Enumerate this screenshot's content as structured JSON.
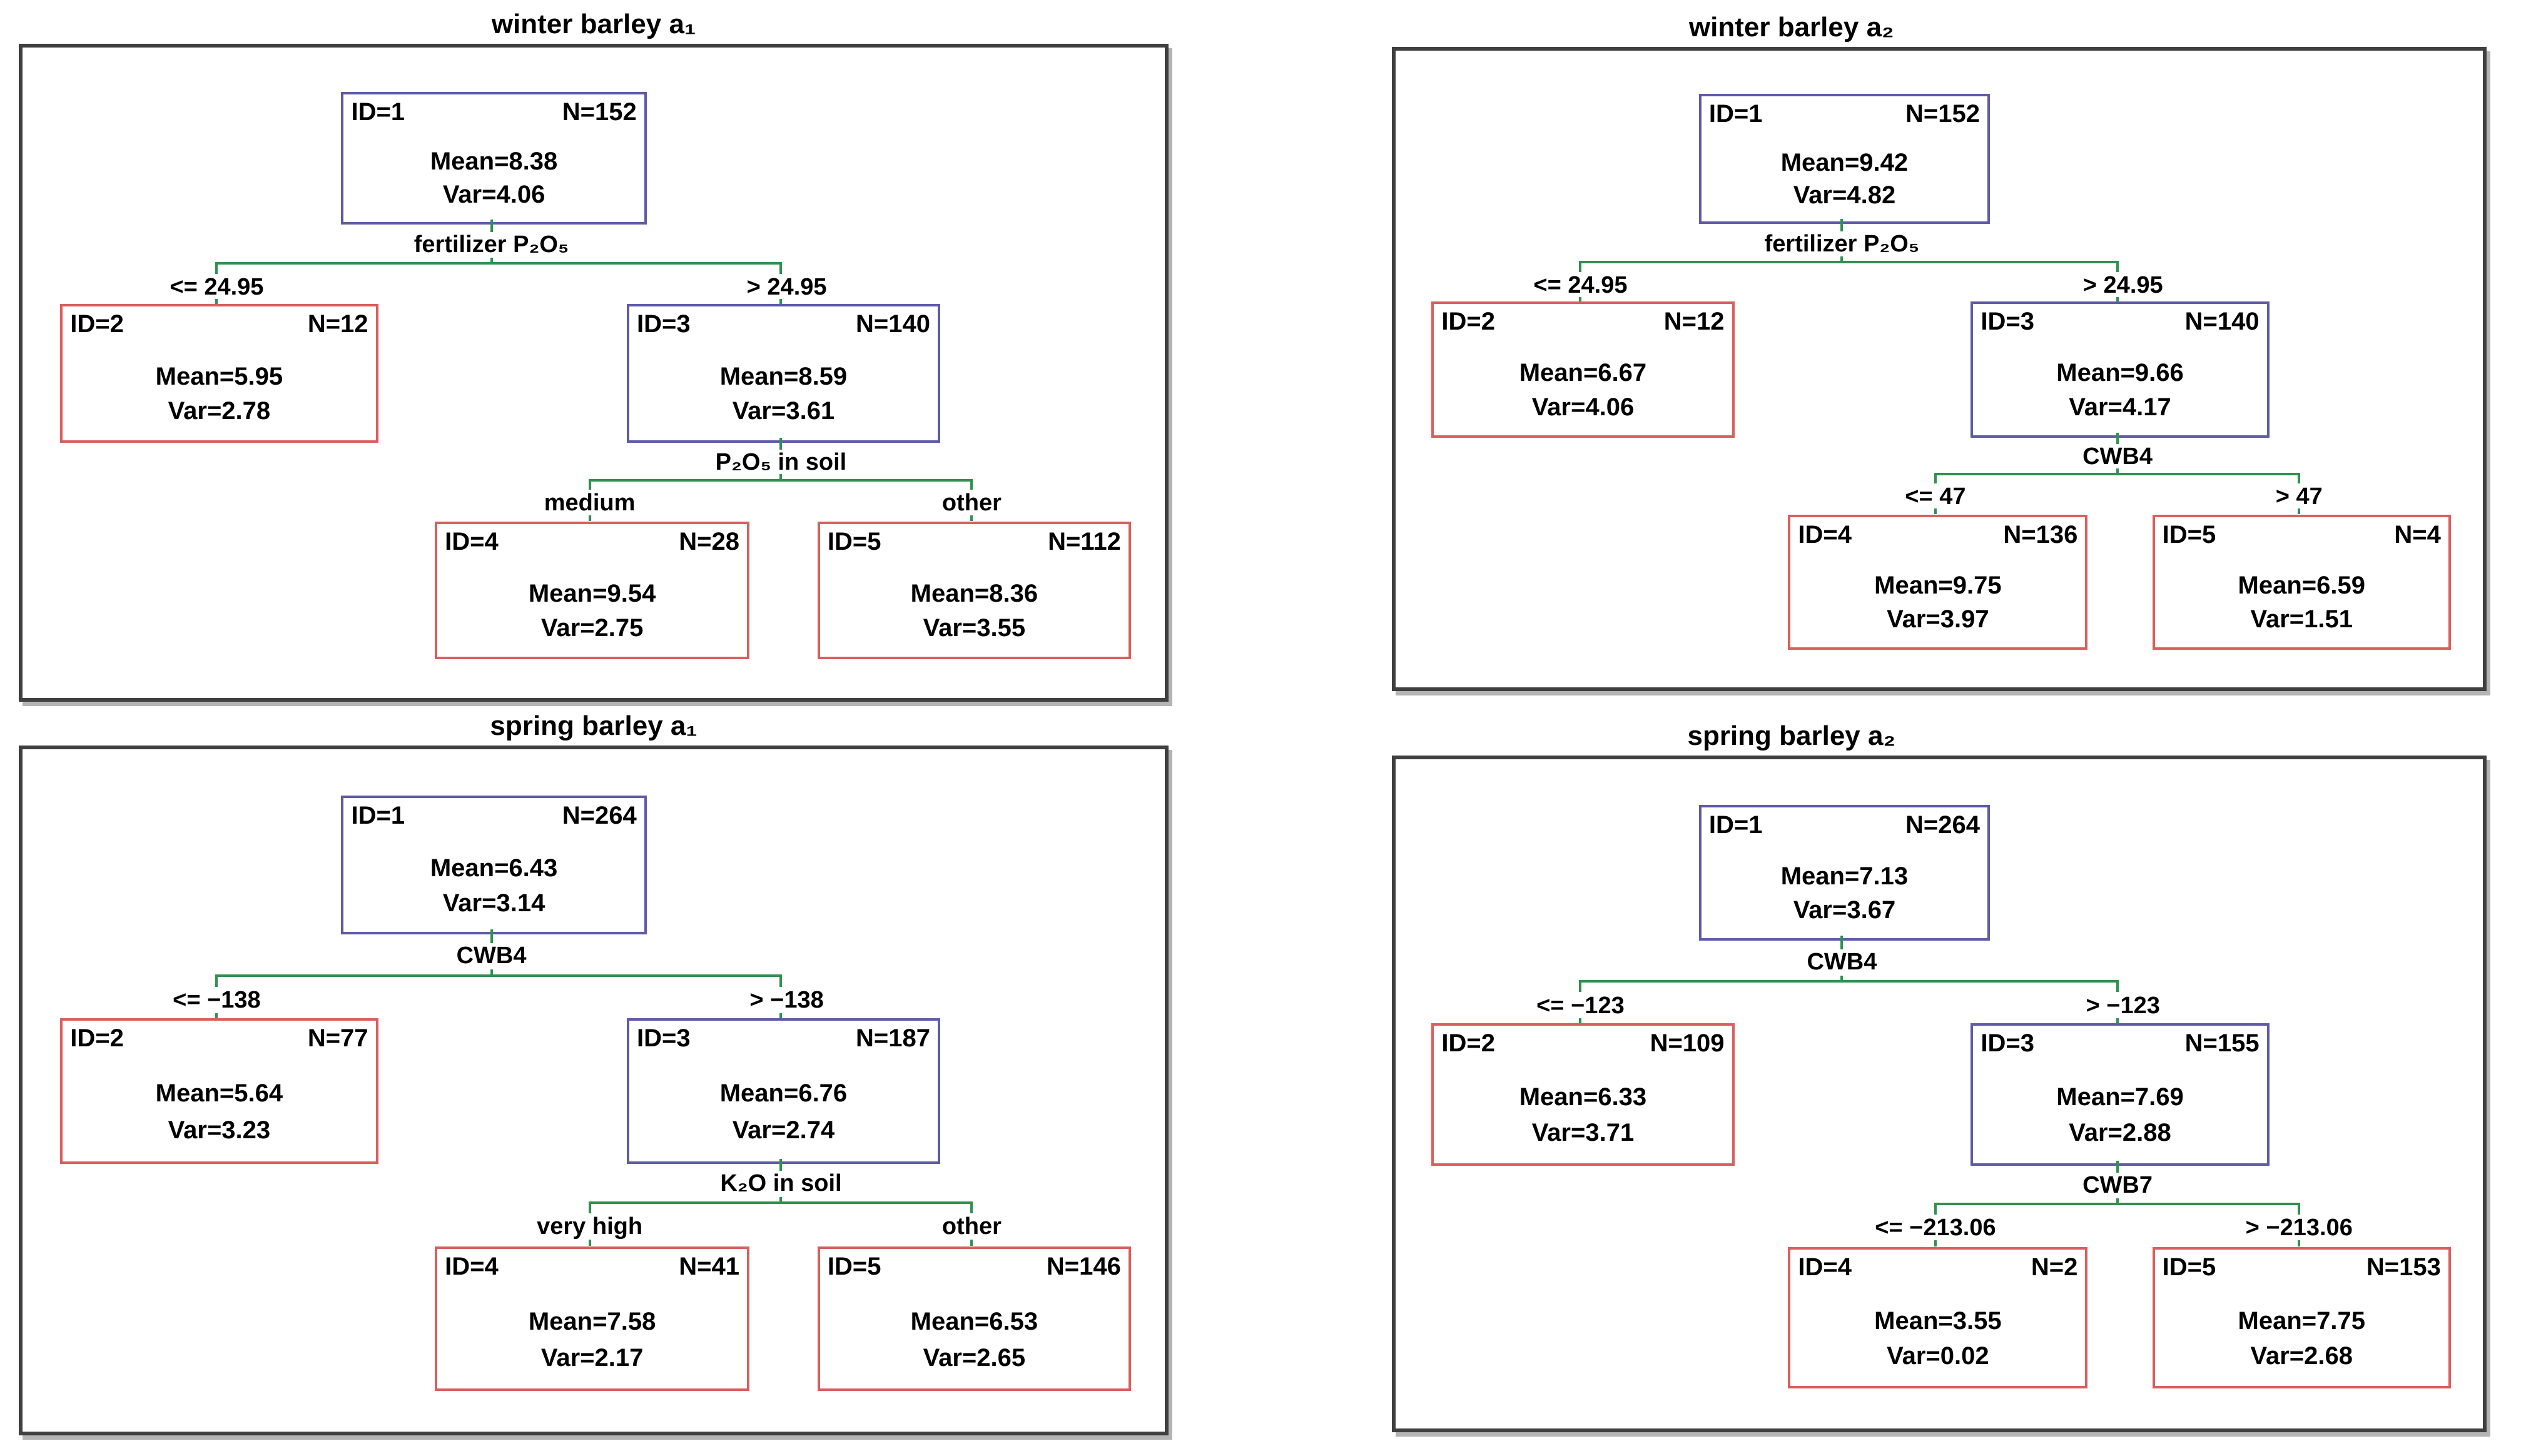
{
  "colors": {
    "internal_node_border": "#5f5aa8",
    "leaf_node_border": "#d95f5f",
    "connector": "#2e9150",
    "panel_border": "#3f3f3f",
    "text": "#000000"
  },
  "panels": [
    {
      "title": "winter barley a₁",
      "split1": {
        "variable": "fertilizer P₂O₅",
        "left_value": "<= 24.95",
        "right_value": "> 24.95"
      },
      "split2": {
        "variable": "P₂O₅ in soil",
        "left_value": "medium",
        "right_value": "other"
      },
      "nodes": {
        "n1": {
          "type": "internal",
          "id": "ID=1",
          "n": "N=152",
          "mean": "Mean=8.38",
          "var": "Var=4.06"
        },
        "n2": {
          "type": "leaf",
          "id": "ID=2",
          "n": "N=12",
          "mean": "Mean=5.95",
          "var": "Var=2.78"
        },
        "n3": {
          "type": "internal",
          "id": "ID=3",
          "n": "N=140",
          "mean": "Mean=8.59",
          "var": "Var=3.61"
        },
        "n4": {
          "type": "leaf",
          "id": "ID=4",
          "n": "N=28",
          "mean": "Mean=9.54",
          "var": "Var=2.75"
        },
        "n5": {
          "type": "leaf",
          "id": "ID=5",
          "n": "N=112",
          "mean": "Mean=8.36",
          "var": "Var=3.55"
        }
      }
    },
    {
      "title": "winter barley a₂",
      "split1": {
        "variable": "fertilizer P₂O₅",
        "left_value": "<= 24.95",
        "right_value": "> 24.95"
      },
      "split2": {
        "variable": "CWB4",
        "left_value": "<= 47",
        "right_value": "> 47"
      },
      "nodes": {
        "n1": {
          "type": "internal",
          "id": "ID=1",
          "n": "N=152",
          "mean": "Mean=9.42",
          "var": "Var=4.82"
        },
        "n2": {
          "type": "leaf",
          "id": "ID=2",
          "n": "N=12",
          "mean": "Mean=6.67",
          "var": "Var=4.06"
        },
        "n3": {
          "type": "internal",
          "id": "ID=3",
          "n": "N=140",
          "mean": "Mean=9.66",
          "var": "Var=4.17"
        },
        "n4": {
          "type": "leaf",
          "id": "ID=4",
          "n": "N=136",
          "mean": "Mean=9.75",
          "var": "Var=3.97"
        },
        "n5": {
          "type": "leaf",
          "id": "ID=5",
          "n": "N=4",
          "mean": "Mean=6.59",
          "var": "Var=1.51"
        }
      }
    },
    {
      "title": "spring barley a₁",
      "split1": {
        "variable": "CWB4",
        "left_value": "<= −138",
        "right_value": "> −138"
      },
      "split2": {
        "variable": "K₂O in soil",
        "left_value": "very high",
        "right_value": "other"
      },
      "nodes": {
        "n1": {
          "type": "internal",
          "id": "ID=1",
          "n": "N=264",
          "mean": "Mean=6.43",
          "var": "Var=3.14"
        },
        "n2": {
          "type": "leaf",
          "id": "ID=2",
          "n": "N=77",
          "mean": "Mean=5.64",
          "var": "Var=3.23"
        },
        "n3": {
          "type": "internal",
          "id": "ID=3",
          "n": "N=187",
          "mean": "Mean=6.76",
          "var": "Var=2.74"
        },
        "n4": {
          "type": "leaf",
          "id": "ID=4",
          "n": "N=41",
          "mean": "Mean=7.58",
          "var": "Var=2.17"
        },
        "n5": {
          "type": "leaf",
          "id": "ID=5",
          "n": "N=146",
          "mean": "Mean=6.53",
          "var": "Var=2.65"
        }
      }
    },
    {
      "title": "spring barley a₂",
      "split1": {
        "variable": "CWB4",
        "left_value": "<= −123",
        "right_value": "> −123"
      },
      "split2": {
        "variable": "CWB7",
        "left_value": "<= −213.06",
        "right_value": "> −213.06"
      },
      "nodes": {
        "n1": {
          "type": "internal",
          "id": "ID=1",
          "n": "N=264",
          "mean": "Mean=7.13",
          "var": "Var=3.67"
        },
        "n2": {
          "type": "leaf",
          "id": "ID=2",
          "n": "N=109",
          "mean": "Mean=6.33",
          "var": "Var=3.71"
        },
        "n3": {
          "type": "internal",
          "id": "ID=3",
          "n": "N=155",
          "mean": "Mean=7.69",
          "var": "Var=2.88"
        },
        "n4": {
          "type": "leaf",
          "id": "ID=4",
          "n": "N=2",
          "mean": "Mean=3.55",
          "var": "Var=0.02"
        },
        "n5": {
          "type": "leaf",
          "id": "ID=5",
          "n": "N=153",
          "mean": "Mean=7.75",
          "var": "Var=2.68"
        }
      }
    }
  ]
}
